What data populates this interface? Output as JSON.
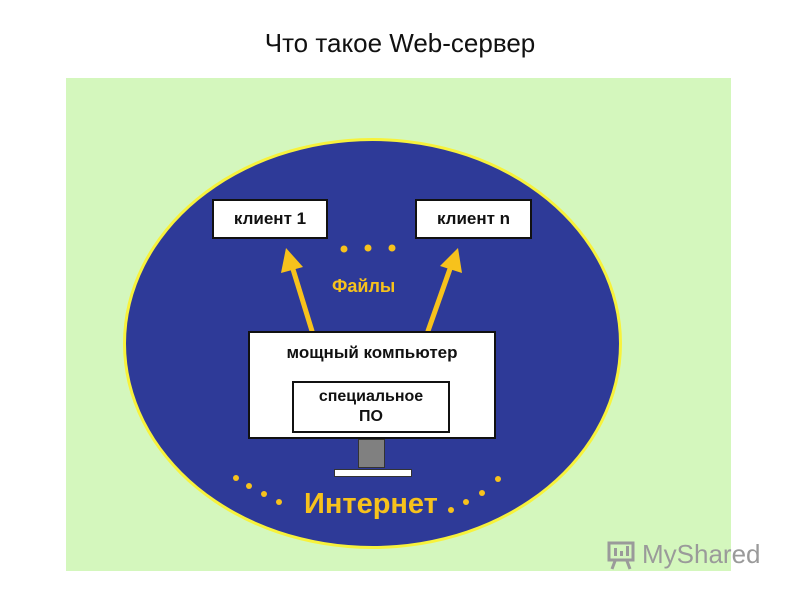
{
  "title": "Что такое Web-сервер",
  "diagram": {
    "client_1": "клиент 1",
    "client_n": "клиент n",
    "computer": "мощный компьютер",
    "software_line1": "специальное",
    "software_line2": "ПО",
    "files": "Файлы",
    "internet": "Интернет"
  },
  "watermark": {
    "text": "MyShared"
  },
  "colors": {
    "panel": "#d4f7bd",
    "globe": "#2e3a98",
    "globe_outline": "#f7f23c",
    "accent": "#f7c21c"
  },
  "icons": {
    "watermark": "presentation-board-icon"
  }
}
